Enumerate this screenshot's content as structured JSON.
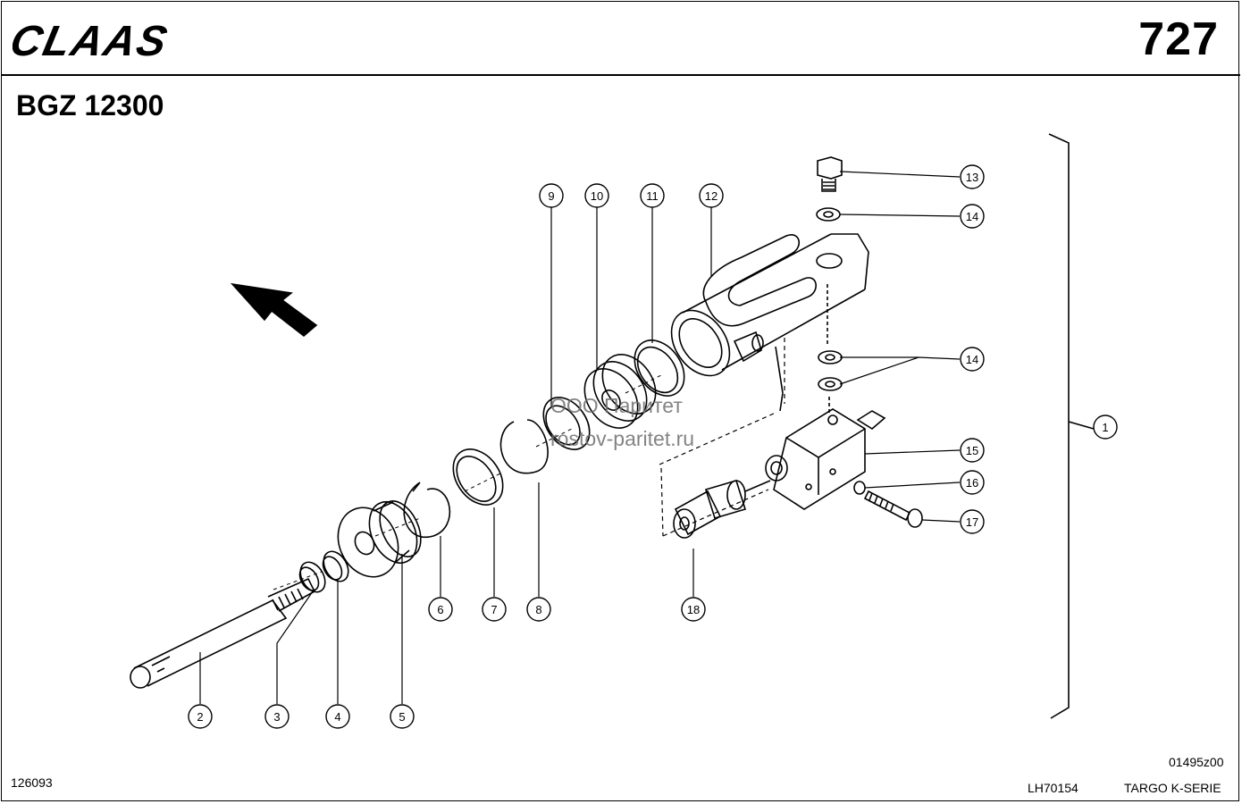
{
  "brand": {
    "logo_text": "CLAAS"
  },
  "header": {
    "page_number": "727",
    "drawing_title": "BGZ 12300"
  },
  "watermark": {
    "line1": "ООО Паритет",
    "line2": "rostov-paritet.ru"
  },
  "callouts": [
    {
      "id": "c1",
      "label": "1"
    },
    {
      "id": "c2",
      "label": "2"
    },
    {
      "id": "c3",
      "label": "3"
    },
    {
      "id": "c4",
      "label": "4"
    },
    {
      "id": "c5",
      "label": "5"
    },
    {
      "id": "c6",
      "label": "6"
    },
    {
      "id": "c7",
      "label": "7"
    },
    {
      "id": "c8",
      "label": "8"
    },
    {
      "id": "c9",
      "label": "9"
    },
    {
      "id": "c10",
      "label": "10"
    },
    {
      "id": "c11",
      "label": "11"
    },
    {
      "id": "c12",
      "label": "12"
    },
    {
      "id": "c13",
      "label": "13"
    },
    {
      "id": "c14a",
      "label": "14"
    },
    {
      "id": "c14b",
      "label": "14"
    },
    {
      "id": "c15",
      "label": "15"
    },
    {
      "id": "c16",
      "label": "16"
    },
    {
      "id": "c17",
      "label": "17"
    },
    {
      "id": "c18",
      "label": "18"
    }
  ],
  "footer": {
    "left_code": "126093",
    "drawing_ref": "01495z00",
    "doc_code": "LH70154",
    "series": "TARGO K-SERIE"
  }
}
